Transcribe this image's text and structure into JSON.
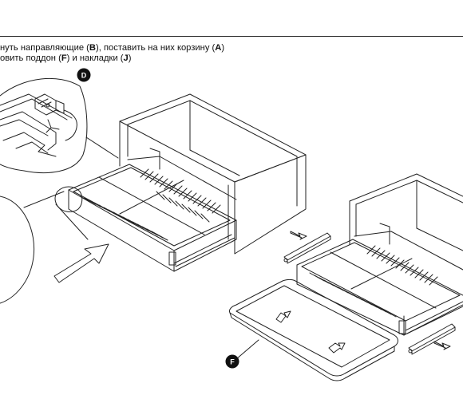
{
  "instructions": {
    "line1": {
      "pre": "нуть направляющие (",
      "b1": "B",
      "mid": "), поставить на них корзину (",
      "b2": "A",
      "post": ")"
    },
    "line2": {
      "pre": "овить поддон (",
      "b1": "F",
      "mid": ") и накладки (",
      "b2": "J",
      "post": ")"
    }
  },
  "callouts": {
    "detail": "D",
    "tray": "F"
  },
  "colors": {
    "line": "#222222",
    "callout_fill": "#111111"
  }
}
